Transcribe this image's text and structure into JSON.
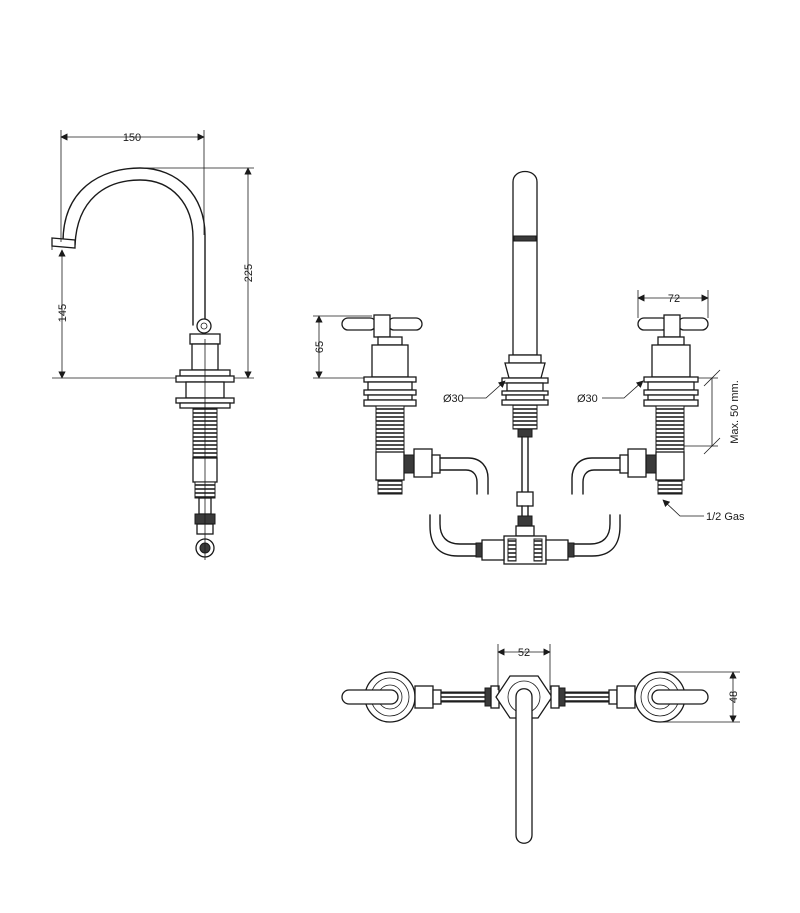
{
  "dimensions": {
    "spout_reach": "150",
    "spout_height": "225",
    "outlet_height": "145",
    "handle_height": "65",
    "handle_width": "72",
    "diameter_center": "Ø30",
    "diameter_right": "Ø30",
    "max_thickness": "Max. 50 mm.",
    "connection": "1/2 Gas",
    "spout_base_width": "52",
    "handle_base_width": "48"
  }
}
